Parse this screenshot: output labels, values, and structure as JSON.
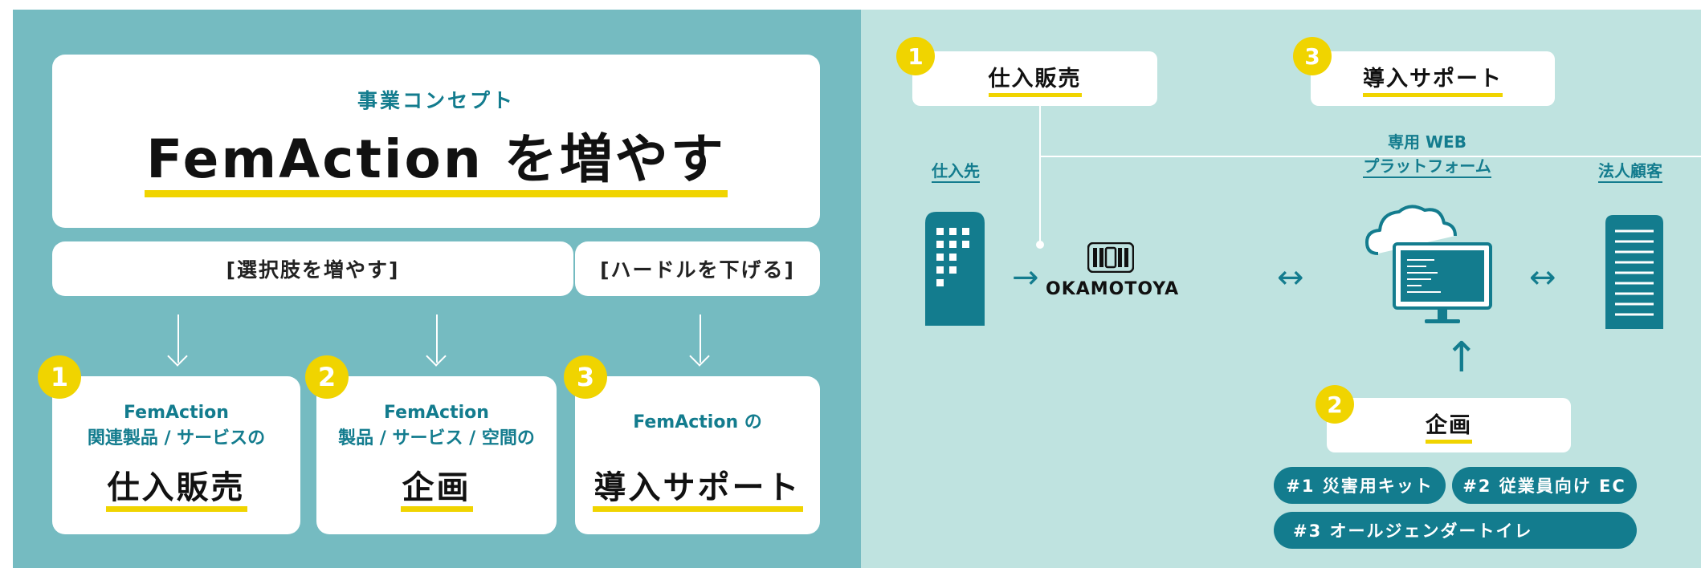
{
  "left": {
    "concept_label": "事業コンセプト",
    "concept_title": "FemAction を増やす",
    "bracket_1": "[選択肢を増やす]",
    "bracket_2": "[ハードルを下げる]",
    "cards": [
      {
        "num": "1",
        "line1": "FemAction",
        "line2": "関連製品 / サービスの",
        "big": "仕入販売"
      },
      {
        "num": "2",
        "line1": "FemAction",
        "line2": "製品 / サービス / 空間の",
        "big": "企画"
      },
      {
        "num": "3",
        "line1": "FemAction の",
        "line2": "",
        "big": "導入サポート"
      }
    ]
  },
  "right": {
    "box_1": {
      "num": "1",
      "label": "仕入販売"
    },
    "box_3": {
      "num": "3",
      "label": "導入サポート"
    },
    "box_2": {
      "num": "2",
      "label": "企画"
    },
    "supplier_label": "仕入先",
    "platform_label_1": "専用 WEB",
    "platform_label_2": "プラットフォーム",
    "client_label": "法人顧客",
    "logo_text": "OKAMOTOYA",
    "arrows": {
      "right": "→",
      "both": "↔",
      "up": "↑"
    },
    "pills": [
      "#1 災害用キット",
      "#2 従業員向け EC",
      "#3 オールジェンダートイレ"
    ]
  },
  "colors": {
    "teal_dark": "#137c8e",
    "teal_left_bg": "#75bbc1",
    "teal_right_bg": "#bfe3e0",
    "yellow": "#f0d400"
  }
}
